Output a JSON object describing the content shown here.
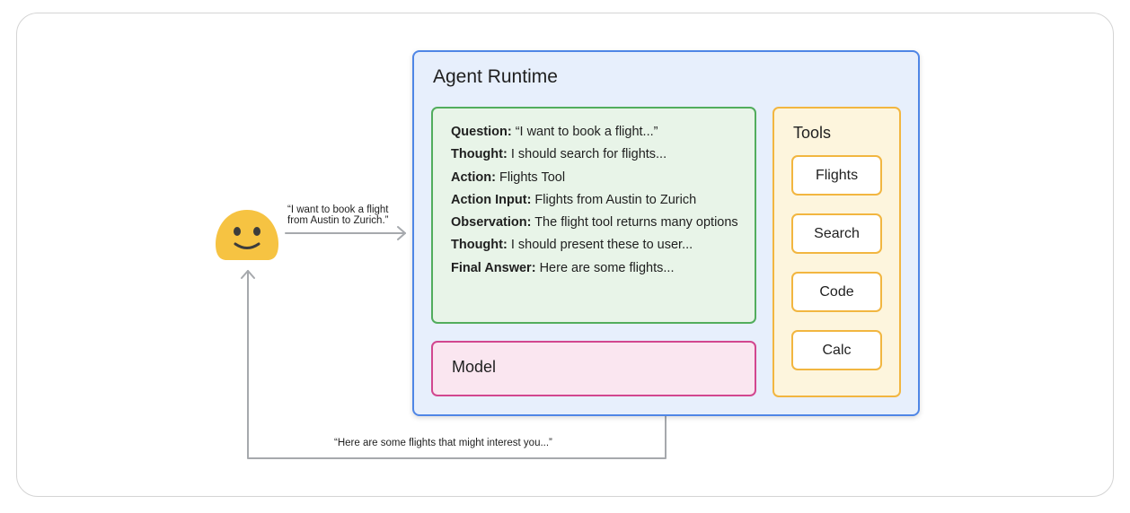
{
  "runtime": {
    "title": "Agent Runtime"
  },
  "react_trace": [
    {
      "label": "Question:",
      "text": " “I want to book a flight...”"
    },
    {
      "label": "Thought:",
      "text": " I should search for flights..."
    },
    {
      "label": "Action:",
      "text": " Flights Tool"
    },
    {
      "label": "Action Input:",
      "text": " Flights from Austin to Zurich"
    },
    {
      "label": "Observation:",
      "text": " The flight tool returns many options"
    },
    {
      "label": "Thought:",
      "text": " I should present these to user..."
    },
    {
      "label": "Final Answer:",
      "text": " Here are some flights..."
    }
  ],
  "model": {
    "label": "Model"
  },
  "tools": {
    "title": "Tools",
    "items": [
      "Flights",
      "Search",
      "Code",
      "Calc"
    ]
  },
  "user": {
    "icon": "smiling-face-icon",
    "message_line1": "“I want to book a flight",
    "message_line2": "from Austin to Zurich.”"
  },
  "answer": {
    "message": "“Here are some flights that might interest you...”"
  },
  "colors": {
    "runtime_border": "#4f86e6",
    "runtime_fill": "#e7effc",
    "trace_border": "#52ad5d",
    "trace_fill": "#e8f4e8",
    "model_border": "#d2478f",
    "model_fill": "#fae6f0",
    "tools_border": "#f2b640",
    "tools_fill": "#fdf5dd",
    "emoji_fill": "#f6c342",
    "arrow": "#a6a9ad"
  }
}
